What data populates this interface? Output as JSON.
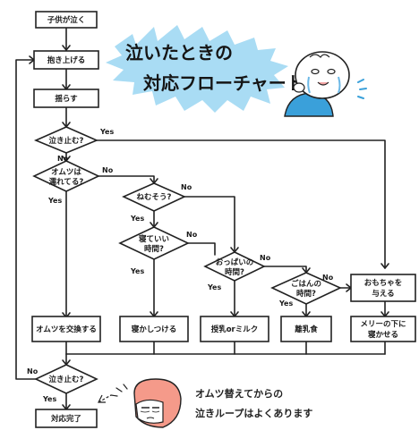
{
  "title": {
    "line1": "泣いたときの",
    "line2": "対応フローチャート"
  },
  "nodes": {
    "start": "子供が泣く",
    "hold": "抱き上げる",
    "rock": "揺らす",
    "stop1": "泣き止む?",
    "diaper_q1": "オムツは",
    "diaper_q2": "濡れてる?",
    "sleepy": "ねむそう?",
    "slept_q1": "寝ていい",
    "slept_q2": "時間?",
    "milk_q1": "おっぱいの",
    "milk_q2": "時間?",
    "meal_q1": "ごはんの",
    "meal_q2": "時間?",
    "toy1": "おもちゃを",
    "toy2": "与える",
    "change_diaper": "オムツを交換する",
    "put_to_sleep": "寝かしつける",
    "feed": "授乳orミルク",
    "baby_food": "離乳食",
    "mobile1": "メリーの下に",
    "mobile2": "寝かせる",
    "stop2": "泣き止む?",
    "done": "対応完了"
  },
  "edges": {
    "yes": "Yes",
    "no": "No"
  },
  "note": {
    "line1": "オムツ替えてからの",
    "line2": "泣きループはよくあります"
  },
  "colors": {
    "accent_blue": "#a9dcf4",
    "baby_shirt": "#3aa0da",
    "mom_hair": "#f59a8a",
    "line": "#222222"
  },
  "icons": [
    "title-burst",
    "crying-baby",
    "tired-mother"
  ]
}
